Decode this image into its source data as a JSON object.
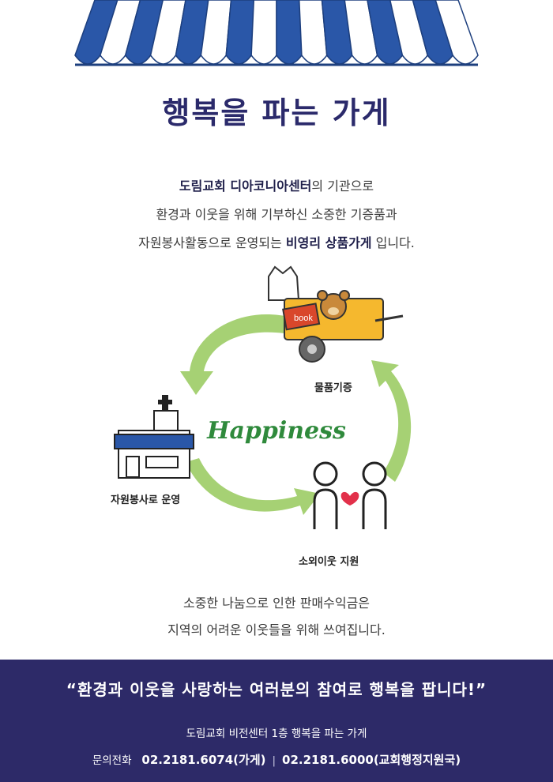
{
  "title": "행복을 파는 가게",
  "intro": {
    "line1_bold": "도림교회 디아코니아센터",
    "line1_rest": "의 기관으로",
    "line2": "환경과 이웃을 위해 기부하신 소중한 기증품과",
    "line3_pre": "자원봉사활동으로 운영되는 ",
    "line3_bold": "비영리 상품가게",
    "line3_post": " 입니다."
  },
  "diagram": {
    "center": "Happiness",
    "donate_label": "물품기증",
    "volunteer_label": "자원봉사로 운영",
    "support_label": "소외이웃 지원",
    "book_text": "book"
  },
  "outro": {
    "line1": "소중한 나눔으로 인한  판매수익금은",
    "line2": "지역의 어려운 이웃들을 위해 쓰여집니다."
  },
  "footer": {
    "slogan": "“환경과 이웃을 사랑하는 여러분의 참여로 행복을 팝니다!”",
    "address": "도림교회 비전센터 1층   행복을 파는 가게",
    "contact_label": "문의전화",
    "phone_store": "02.2181.6074(가게)",
    "phone_office": "02.2181.6000(교회행정지원국)"
  },
  "colors": {
    "navy": "#2d2a68",
    "stripe_blue": "#2a57a8",
    "arrow_green": "#a6d174",
    "happiness_green": "#2f8a3c"
  }
}
